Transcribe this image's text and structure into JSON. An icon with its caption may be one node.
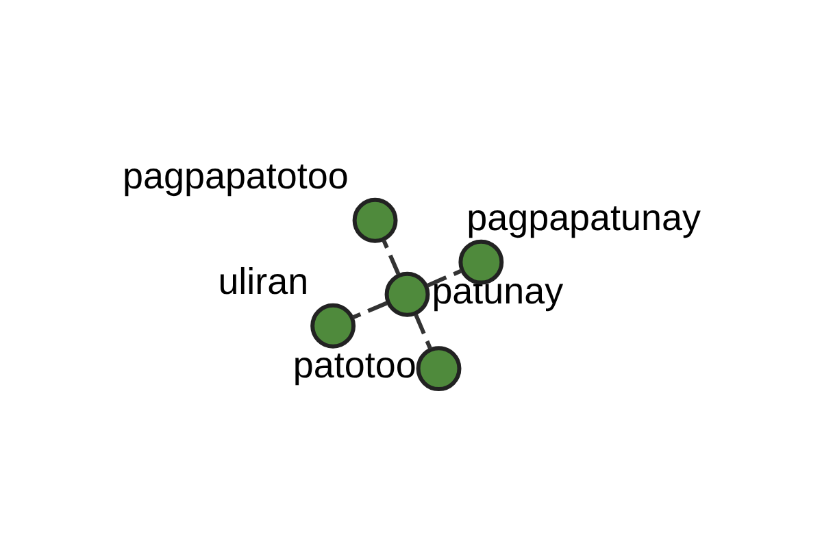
{
  "diagram": {
    "nodes": [
      {
        "text": [
          "uliran"
        ]
      },
      {
        "text": [
          "patunay"
        ]
      },
      {
        "text": [
          "patotoo"
        ]
      },
      {
        "text": [
          "pagpapatotoo"
        ]
      },
      {
        "text": [
          "pagpapatunay"
        ]
      }
    ],
    "edges": [
      {
        "from": 1,
        "to": 0,
        "arrow": "none",
        "style": "dashed"
      },
      {
        "from": 1,
        "to": 2,
        "arrow": "none",
        "style": "dashed"
      },
      {
        "from": 1,
        "to": 3,
        "arrow": "none",
        "style": "dashed"
      },
      {
        "from": 1,
        "to": 4,
        "arrow": "none",
        "style": "dashed"
      }
    ]
  }
}
